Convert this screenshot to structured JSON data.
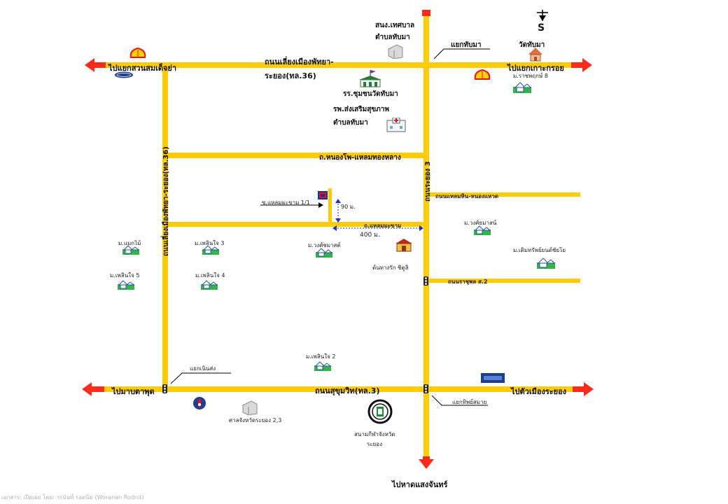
{
  "map": {
    "north_arrow": "S",
    "roads": {
      "top_road": "ถนนเลี่ยงเมืองพัทยา-",
      "top_road_2": "ระยอง(ทล.36)",
      "nongpho_road": "ถ.หนองโพ-แหลมทองหลาง",
      "left_road_vertical": "ถนนเลี่ยงเมืองพัทยา-ระยอง(ทล.36)",
      "right_road_vertical": "ถนนระยอง 3",
      "laem_hin_road": "ถนนแหลมหิน-หนองแหวด",
      "soi_road": "ถ.แหลมมะขาม",
      "ratchuphon_road": "ถนนราชุพล ส.2",
      "sukhumvit": "ถนนสุขุมวิท(ทล.3)"
    },
    "directions": {
      "west_top": "ไปแยกสวนสมเด็จย่า",
      "east_top": "ไปแยกเกาะกรอย",
      "west_bottom": "ไปมาบตาพุด",
      "east_bottom": "ไปตัวเมืองระยอง",
      "south": "ไปหาดแสงจันทร์"
    },
    "junctions": {
      "thapma": "แยกทับมา",
      "noen_song": "แยกเนินส่ง",
      "thipsamai": "แยกทิพย์สมาย"
    },
    "places": {
      "municipal_1": "สนง.เทศบาล",
      "municipal_2": "ตำบลทับมา",
      "temple": "วัดทับมา",
      "school": "รร.ชุมชนวัดทับมา",
      "hospital_1": "รพ.ส่งเสริมสุขภาพ",
      "hospital_2": "ตำบลทับมา",
      "village_8": "ม.ราชพฤกษ์ 8",
      "soi_label": "ซ.แหลมมะขาม 1/1",
      "dist_90": "90 ม.",
      "dist_400": "400 ม.",
      "village_mae": "ม.แมกไม้",
      "village_plern3": "ม.เพลินใจ 3",
      "village_plern5": "ม.เพลินใจ 5",
      "village_plern4": "ม.เพลินใจ 4",
      "village_wong": "ม.วงศ์ชมาสต์",
      "shop": "ต้นทางรัก ชิตูลิ",
      "village_wong2": "ม.วงศ์ธมาสน์",
      "village_rich": "ม.เดิมทรัพย์ยนต์ชัยโย",
      "village_plern2": "ม.เพลินใจ 2",
      "court": "ศาลจังหวัดระยอง 2,3",
      "stadium_1": "สนามกีฬาจังหวัด",
      "stadium_2": "ระยอง"
    },
    "footer": "เอกสาร: เปิดเผย โดย: วรนันท์ รอดนิ่ม (Woranan Rodnit)"
  }
}
